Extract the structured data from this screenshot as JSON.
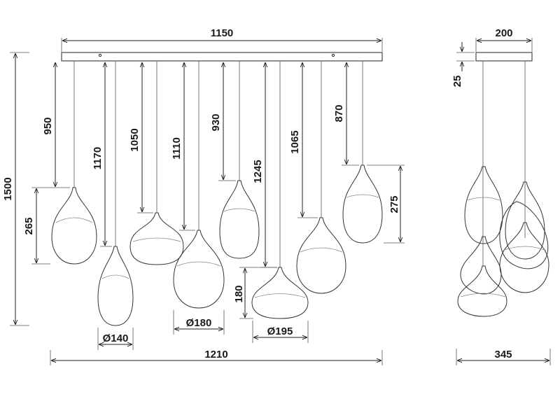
{
  "front_view": {
    "canopy_width": "1150",
    "total_width": "1210",
    "total_height": "1500",
    "shade_height_left": "265",
    "shade_height_right": "275",
    "shade_height_small": "180",
    "diam_140": "Ø140",
    "diam_180": "Ø180",
    "diam_195": "Ø195",
    "cables": [
      "950",
      "1170",
      "1050",
      "1110",
      "930",
      "1245",
      "1065",
      "870"
    ]
  },
  "side_view": {
    "canopy_width": "200",
    "canopy_height": "25",
    "total_depth": "345"
  }
}
